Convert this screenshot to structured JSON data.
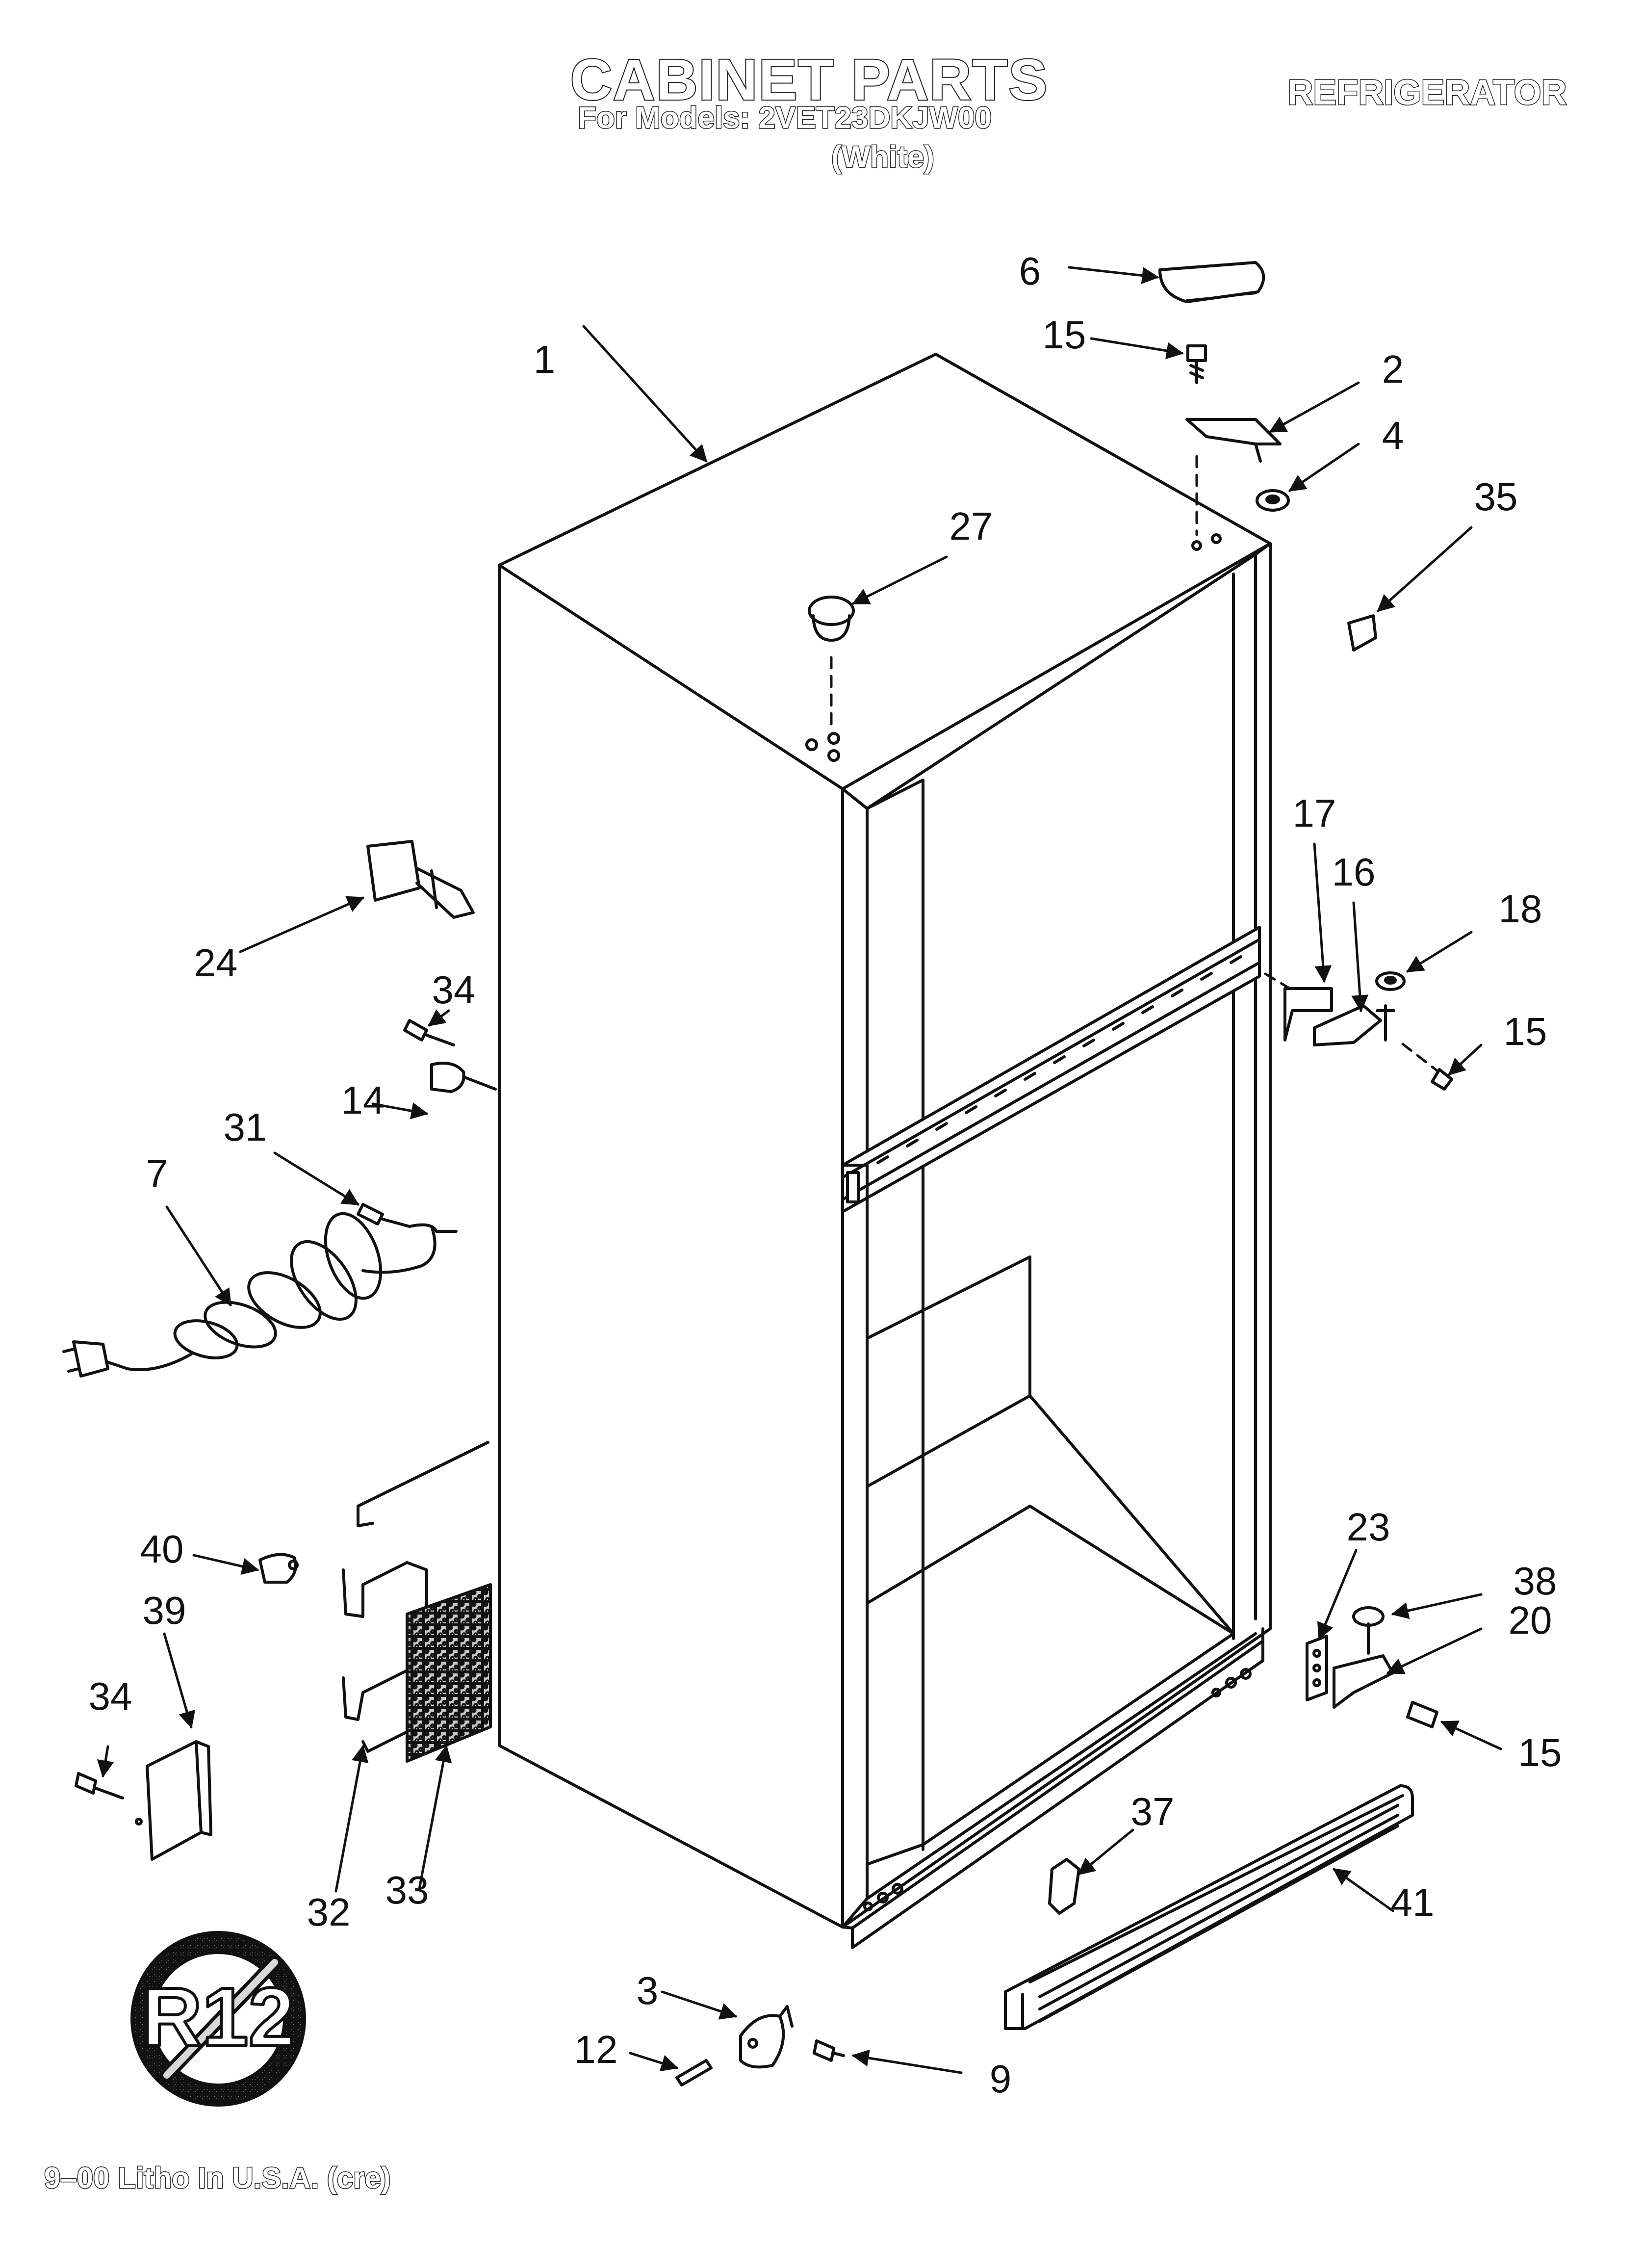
{
  "header": {
    "title": "CABINET PARTS",
    "models": "For Models: 2VET23DKJW00",
    "color_note": "(White)",
    "category": "REFRIGERATOR"
  },
  "footer": {
    "litho": "9–00 Litho In U.S.A. (cre)"
  },
  "badge": {
    "text": "R12"
  },
  "callouts": [
    "1",
    "6",
    "15",
    "2",
    "4",
    "35",
    "27",
    "17",
    "16",
    "18",
    "15",
    "24",
    "34",
    "14",
    "31",
    "7",
    "40",
    "39",
    "34",
    "32",
    "33",
    "23",
    "38",
    "20",
    "15",
    "37",
    "41",
    "3",
    "12",
    "9"
  ]
}
